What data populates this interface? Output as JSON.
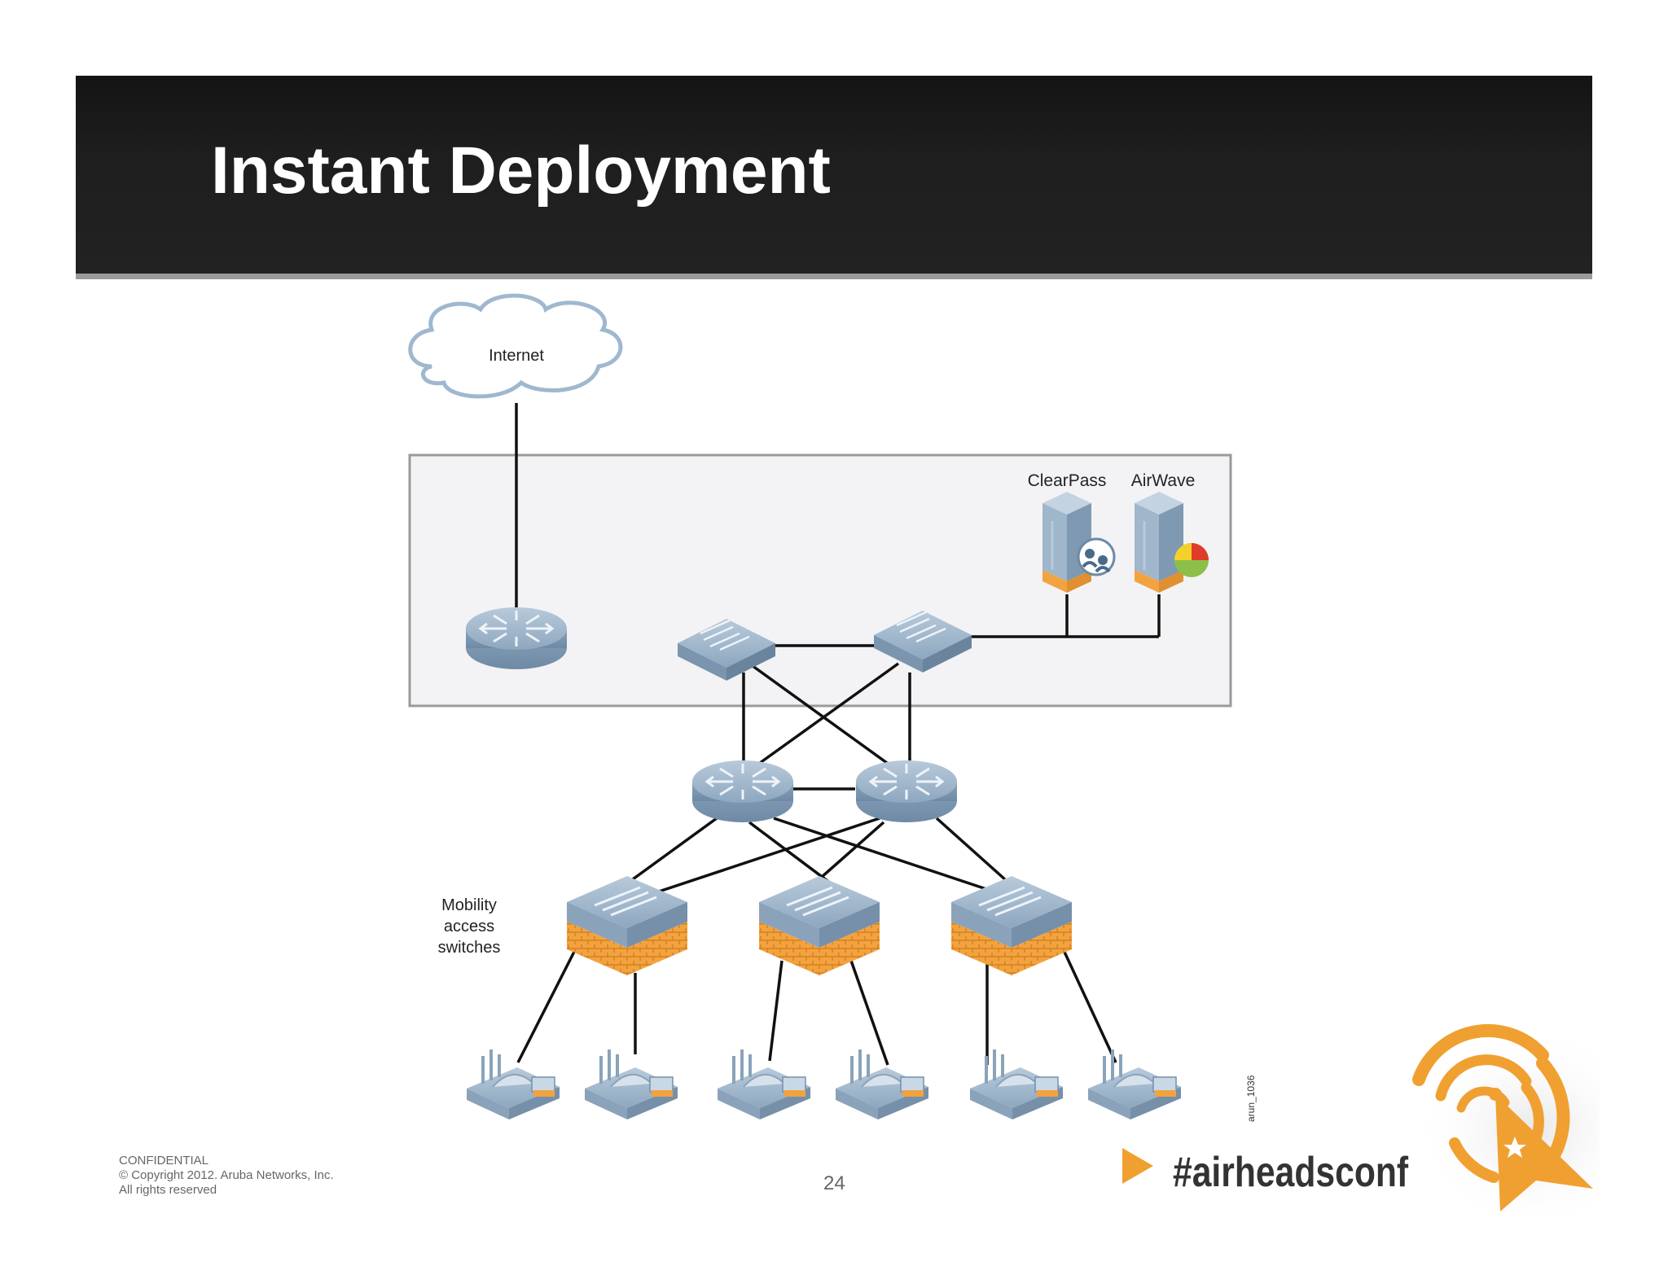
{
  "slide": {
    "title": "Instant Deployment",
    "page_number": "24"
  },
  "diagram": {
    "cloud_label": "Internet",
    "server_labels": [
      "ClearPass",
      "AirWave"
    ],
    "access_switches_label": [
      "Mobility",
      "access",
      "switches"
    ],
    "figure_code": "arun_1036"
  },
  "footer": {
    "lines": [
      "CONFIDENTIAL",
      "© Copyright 2012. Aruba Networks, Inc.",
      "All rights reserved"
    ]
  },
  "brand": {
    "hashtag": "#airheadsconf"
  },
  "colors": {
    "banner": "#1a1a1a",
    "device_blue": "#9fb6cb",
    "accent_orange": "#f0a030"
  }
}
